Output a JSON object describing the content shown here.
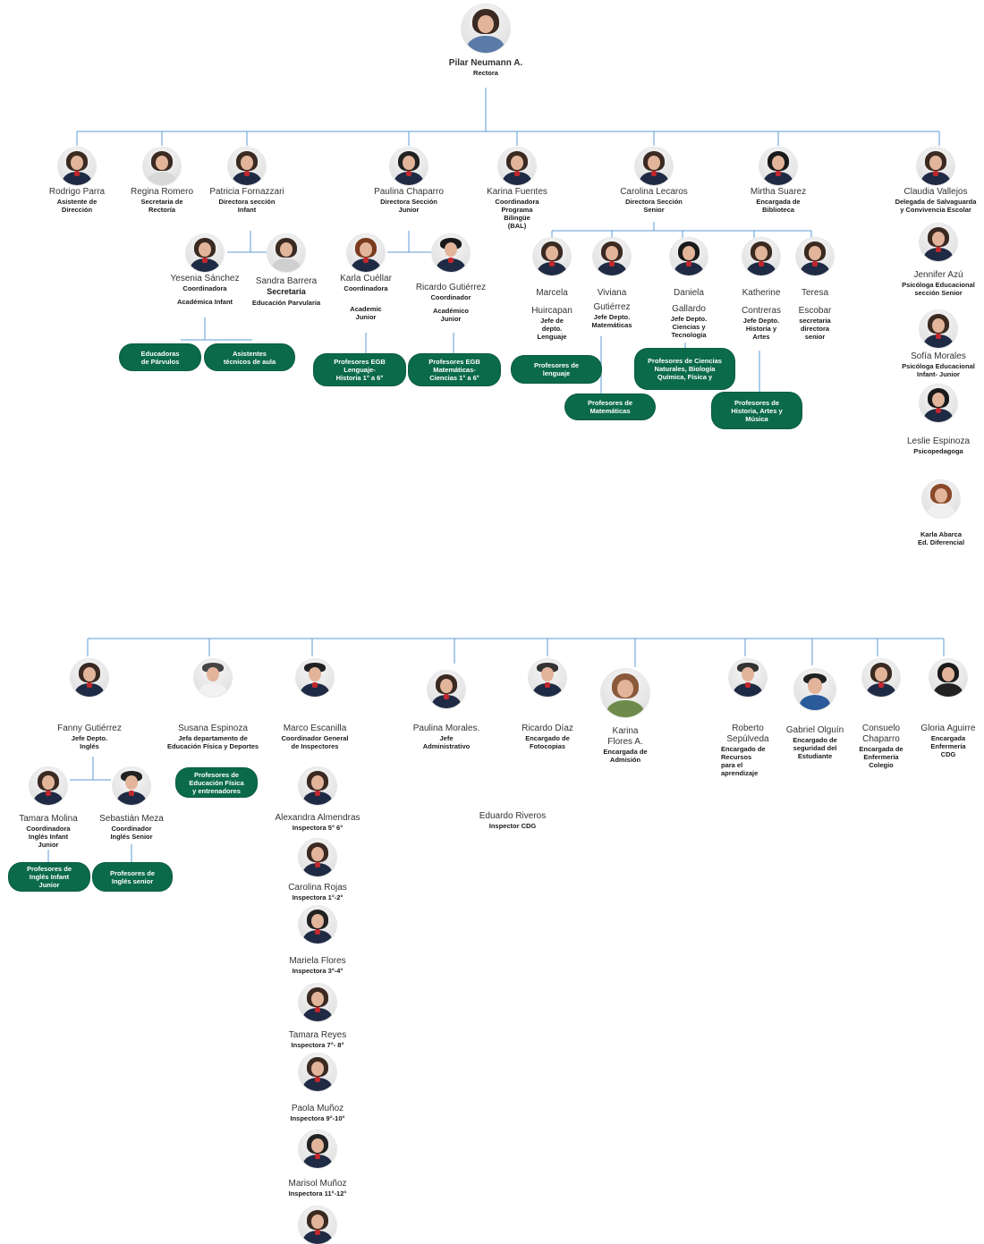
{
  "top": {
    "name": "Pilar Neumann A.",
    "role": "Rectora"
  },
  "level1": [
    {
      "name": "Rodrigo Parra",
      "role": "Asistente de\nDirección"
    },
    {
      "name": "Regina Romero",
      "role": "Secretaria de\nRectoría"
    },
    {
      "name": "Patricia Fornazzari",
      "role": "Directora sección\nInfant"
    },
    {
      "name": "Paulina Chaparro",
      "role": "Directora Sección\nJunior"
    },
    {
      "name": "Karina Fuentes",
      "role": "Coordinadora\nPrograma\nBilingüe\n(BAL)"
    },
    {
      "name": "Carolina Lecaros",
      "role": "Directora Sección\nSenior"
    },
    {
      "name": "Mirtha Suarez",
      "role": "Encargada de\nBiblioteca"
    },
    {
      "name": "Claudia Vallejos",
      "role": "Delegada de Salvaguarda\ny Convivencia Escolar"
    }
  ],
  "infant_team": [
    {
      "name": "Yesenia Sánchez",
      "role": "Coordinadora",
      "extra": "Académica Infant"
    },
    {
      "name": "Sandra Barrera",
      "role": "Secretaria",
      "extra": "Educación Parvularia"
    }
  ],
  "junior_team": [
    {
      "name": "Karla Cuéllar",
      "role": "Coordinadora",
      "extra": "Academic\nJunior"
    },
    {
      "name": "Ricardo Gutiérrez",
      "role": "Coordinador",
      "extra": "Académico\nJunior"
    }
  ],
  "senior_team": [
    {
      "name": "Marcela",
      "name2": "Huircapan",
      "role": "Jefe de\ndepto.\nLenguaje"
    },
    {
      "name": "Viviana",
      "name2": "Gutiérrez",
      "role": "Jefe Depto.\nMatemáticas"
    },
    {
      "name": "Daniela",
      "name2": "Gallardo",
      "role": "Jefe Depto.\nCiencias y\nTecnología"
    },
    {
      "name": "Katherine",
      "name2": "Contreras",
      "role": "Jefe Depto.\nHistoria y\nArtes"
    },
    {
      "name": "Teresa",
      "name2": "Escobar",
      "role": "secretaria\ndirectora\nsenior"
    }
  ],
  "right_column": [
    {
      "name": "Jennifer Azú",
      "role": "Psicóloga Educacional\nsección Senior"
    },
    {
      "name": "Sofía Morales",
      "role": "Psicóloga Educacional\nInfant- Junior"
    },
    {
      "name": "Leslie Espinoza",
      "role": "Psicopedagoga"
    },
    {
      "name": "Karla Abarca",
      "role": "Ed. Diferencial"
    }
  ],
  "pills_top": {
    "educadoras": "Educadoras\nde Párvulos",
    "asistentes": "Asistentes\ntécnicos de aula",
    "egb_lenguaje": "Profesores EGB\nLenguaje-\nHistoria 1° a 6°",
    "egb_mate": "Profesores EGB\nMatemáticas-\nCiencias 1° a 6°",
    "lenguaje": "Profesores de\nlenguaje",
    "matematicas": "Profesores de\nMatemáticas",
    "ciencias": "Profesores de Ciencias\nNaturales, Biología\nQuímica, Física y",
    "historia": "Profesores de\nHistoria, Artes y\nMúsica"
  },
  "bottom": [
    {
      "name": "Fanny Gutiérrez",
      "role": "Jefe Depto.\nInglés"
    },
    {
      "name": "Susana Espinoza",
      "role": "Jefa departamento de\nEducación Física y Deportes"
    },
    {
      "name": "Marco Escanilla",
      "role": "Coordinador General\nde Inspectores"
    },
    {
      "name": "Paulina Morales.",
      "role": "Jefe\nAdministrativo"
    },
    {
      "name": "Ricardo Díaz",
      "role": "Encargado de\nFotocopias"
    },
    {
      "name": "Karina\nFlores A.",
      "role": "Encargada de\nAdmisión"
    },
    {
      "name": "Roberto\nSepúlveda",
      "role": "Encargado de\nRecursos\npara el\naprendizaje"
    },
    {
      "name": "Gabriel Olguín",
      "role": "Encargado de\nseguridad del\nEstudiante"
    },
    {
      "name": "Consuelo\nChaparro",
      "role": "Encargada de\nEnfermería\nColegio"
    },
    {
      "name": "Gloria Aguirre",
      "role": "Encargada\nEnfermería\nCDG"
    }
  ],
  "ingles_team": [
    {
      "name": "Tamara Molina",
      "role": "Coordinadora\nInglés Infant\nJunior"
    },
    {
      "name": "Sebastián Meza",
      "role": "Coordinador\nInglés Senior"
    }
  ],
  "pills_bottom": {
    "edfisica": "Profesores de\nEducación Física\ny entrenadores",
    "ingles_infant": "Profesores de\nInglés Infant\nJunior",
    "ingles_senior": "Profesores de\nInglés senior"
  },
  "inspectores": [
    {
      "name": "Alexandra Almendras",
      "role": "Inspectora 5° 6°"
    },
    {
      "name": "Carolina Rojas",
      "role": "Inspectora 1°-2°"
    },
    {
      "name": "Mariela Flores",
      "role": "Inspectora 3°-4°"
    },
    {
      "name": "Tamara Reyes",
      "role": "Inspectora 7°- 8°"
    },
    {
      "name": "Paola Muñoz",
      "role": "Inspectora 9°-10°"
    },
    {
      "name": "Marisol Muñoz",
      "role": "Inspectora 11°-12°"
    }
  ],
  "eduardo": {
    "name": "Eduardo Riveros",
    "role": "Inspector CDG"
  }
}
